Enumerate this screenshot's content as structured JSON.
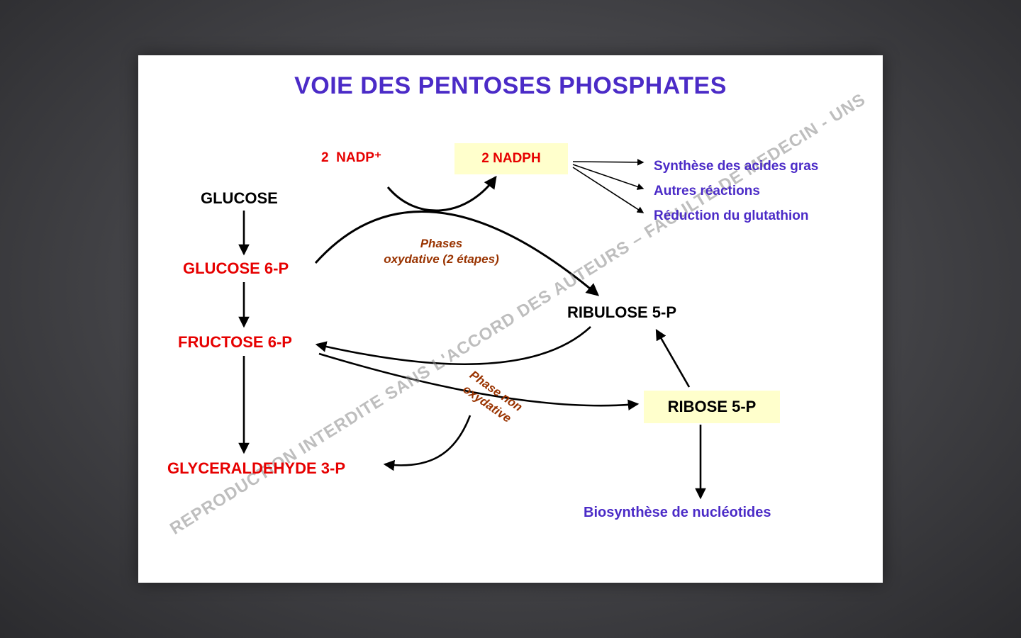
{
  "title": "VOIE DES PENTOSES PHOSPHATES",
  "watermark": "REPRODUCTION INTERDITE SANS L'ACCORD DES AUTEURS – FACULTE DE MEDECIN - UNS",
  "nodes": {
    "nadp": "2  NADP⁺",
    "nadph": "2  NADPH",
    "glucose": "GLUCOSE",
    "glucose_6p": "GLUCOSE 6-P",
    "fructose_6p": "FRUCTOSE 6-P",
    "glyceraldehyde_3p": "GLYCERALDEHYDE 3-P",
    "ribulose_5p": "RIBULOSE 5-P",
    "ribose_5p": "RIBOSE 5-P"
  },
  "nadph_products": [
    "Synthèse des acides gras",
    "Autres réactions",
    "Réduction du glutathion"
  ],
  "ribose_product": "Biosynthèse de nucléotides",
  "phase_labels": {
    "oxidative_line1": "Phases",
    "oxidative_line2": "oxydative (2 étapes)",
    "non_oxidative_line1": "Phase non",
    "non_oxidative_line2": "oxydative"
  },
  "colors": {
    "purple": "#4b2bc7",
    "red": "#e60000",
    "brown": "#993300",
    "highlight": "#ffffcc",
    "arrow": "#000000",
    "watermark_gray": "#8a8a8a"
  }
}
